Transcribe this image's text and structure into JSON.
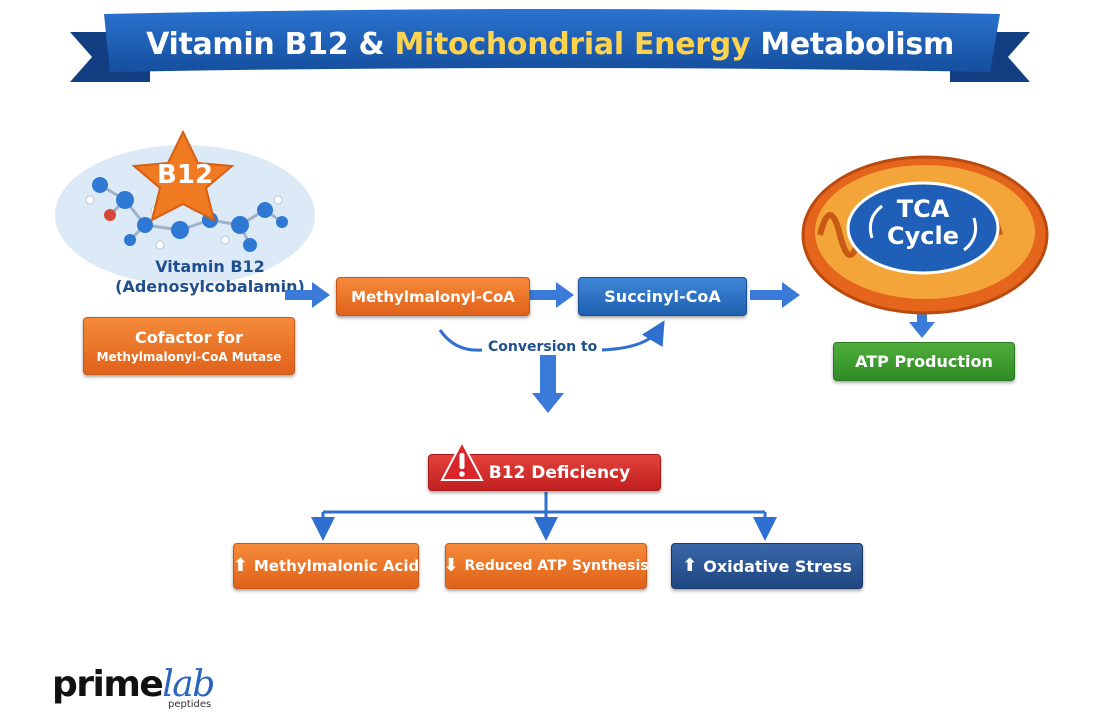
{
  "title": {
    "part1": "Vitamin B12 & ",
    "highlight": "Mitochondrial Energy",
    "part2": " Metabolism"
  },
  "b12": {
    "star_label": "B12",
    "name_line1": "Vitamin B12",
    "name_line2": "(Adenosylcobalamin)",
    "cofactor_line1": "Cofactor for",
    "cofactor_line2": "Methylmalonyl-CoA Mutase"
  },
  "pathway": {
    "step1": "Methylmalonyl-CoA",
    "step2": "Succinyl-CoA",
    "conversion_label": "Conversion to"
  },
  "mitochondrion": {
    "cycle_line1": "TCA",
    "cycle_line2": "Cycle",
    "output": "ATP Production"
  },
  "deficiency": {
    "label": "B12 Deficiency",
    "effects": [
      {
        "label": "Methylmalonic Acid",
        "icon": "arrow-up-icon"
      },
      {
        "label": "Reduced ATP Synthesis",
        "icon": "arrow-down-icon"
      },
      {
        "label": "Oxidative Stress",
        "icon": "arrow-up-icon"
      }
    ]
  },
  "logo": {
    "prime": "prime",
    "lab": "lab",
    "sub": "peptides"
  },
  "colors": {
    "banner_blue": "#1f5fb8",
    "title_highlight": "#ffd34d",
    "orange": "#e8701f",
    "blue": "#2a6fc4",
    "green": "#3a9a2e",
    "red": "#d02a28",
    "arrow_blue": "#2f6fd0"
  }
}
